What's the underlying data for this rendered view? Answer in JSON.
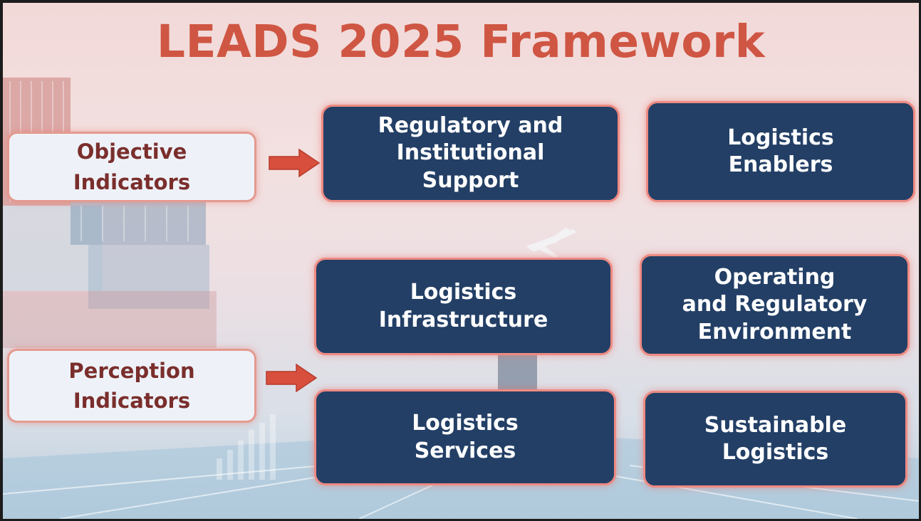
{
  "title": "LEADS 2025 Framework",
  "indicators": {
    "objective": "Objective\nIndicators",
    "perception": "Perception\nIndicators"
  },
  "pillars": {
    "regulatory_support": "Regulatory and\nInstitutional\nSupport",
    "logistics_enablers": "Logistics\nEnablers",
    "logistics_infrastructure": "Logistics\nInfrastructure",
    "operating_environment": "Operating\nand Regulatory\nEnvironment",
    "logistics_services": "Logistics\nServices",
    "sustainable_logistics": "Sustainable\nLogistics"
  },
  "colors": {
    "title": "#cf5643",
    "box_fill": "#233f66",
    "box_border": "#ee8a82",
    "indicator_fill": "#eef2f8",
    "indicator_text": "#7a2e2c",
    "arrow": "#d8503d"
  }
}
